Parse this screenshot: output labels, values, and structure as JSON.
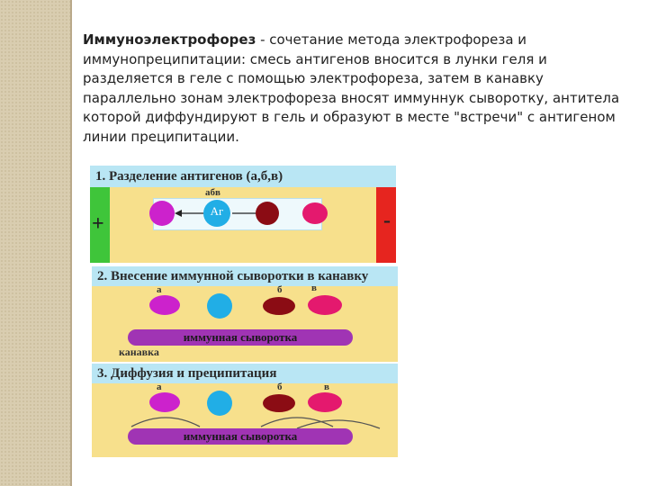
{
  "text": {
    "term": "Иммуноэлектрофорез",
    "body": " - сочетание метода электрофореза и иммунопреципитации: смесь антигенов вносится в лунки геля и разделяется в геле с помощью электрофореза, затем в канавку параллельно зонам электрофореза вносят иммуннук сыворотку, антитела которой диффундируют в гель и образуют в месте \"встречи\" с антигеном линии преципитации."
  },
  "figure": {
    "panel1": {
      "title": "1. Разделение антигенов (а,б,в)",
      "abv_label": "абв",
      "ag_label": "Аг",
      "plus": "+",
      "minus": "-"
    },
    "panel2": {
      "title": "2. Внесение иммунной сыворотки в канавку",
      "labels": [
        "а",
        "б",
        "в"
      ],
      "serum": "иммунная сыворотка",
      "groove": "канавка"
    },
    "panel3": {
      "title": "3. Диффузия и преципитация",
      "labels": [
        "а",
        "б",
        "в"
      ],
      "serum": "иммунная сыворотка"
    }
  },
  "colors": {
    "gel": "#f7e08c",
    "title_band": "#b9e6f4",
    "antigen_a": "#cc22cc",
    "antigen_mix": "#21aee6",
    "antigen_b": "#8b0c14",
    "antigen_v": "#e4196e",
    "serum": "#a034b4",
    "anode": "#3fc53a",
    "cathode": "#e6251f"
  }
}
